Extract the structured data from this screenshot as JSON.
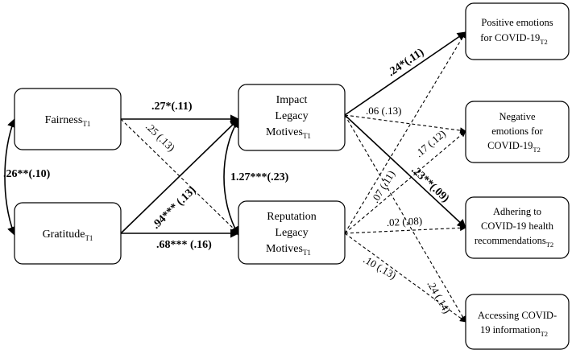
{
  "nodes": {
    "fairness": {
      "name": "Fairness",
      "sub": "T1"
    },
    "gratitude": {
      "name": "Gratitude",
      "sub": "T1"
    },
    "impact": {
      "line1": "Impact",
      "line2": "Legacy",
      "line3": "Motives",
      "sub": "T1"
    },
    "reputation": {
      "line1": "Reputation",
      "line2": "Legacy",
      "line3": "Motives",
      "sub": "T1"
    },
    "positive": {
      "line1": "Positive emotions",
      "line2": "for COVID-19",
      "sub": "T2"
    },
    "negative": {
      "line1": "Negative",
      "line2": "emotions for",
      "line3": "COVID-19",
      "sub": "T2"
    },
    "adhering": {
      "line1": "Adhering to",
      "line2": "COVID-19 health",
      "line3": "recommendations",
      "sub": "T2"
    },
    "accessing": {
      "line1": "Accessing COVID-",
      "line2": "19 information",
      "sub": "T2"
    }
  },
  "edges": {
    "fair_grat": ".26**(.10)",
    "fair_impact": ".27*(.11)",
    "fair_rep": ".25 (.13)",
    "grat_impact": ".94*** (.13)",
    "grat_rep": ".68*** (.16)",
    "impact_rep": "1.27***(.23)",
    "impact_pos": ".24*(.11)",
    "impact_neg": ".06 (.13)",
    "impact_adh": ".23**(.09)",
    "impact_acc": ".24 (.14)",
    "rep_pos": ".07 (.11)",
    "rep_neg": ".17 (.12)",
    "rep_adh": ".02 (.08)",
    "rep_acc": ".10 (.13)"
  }
}
